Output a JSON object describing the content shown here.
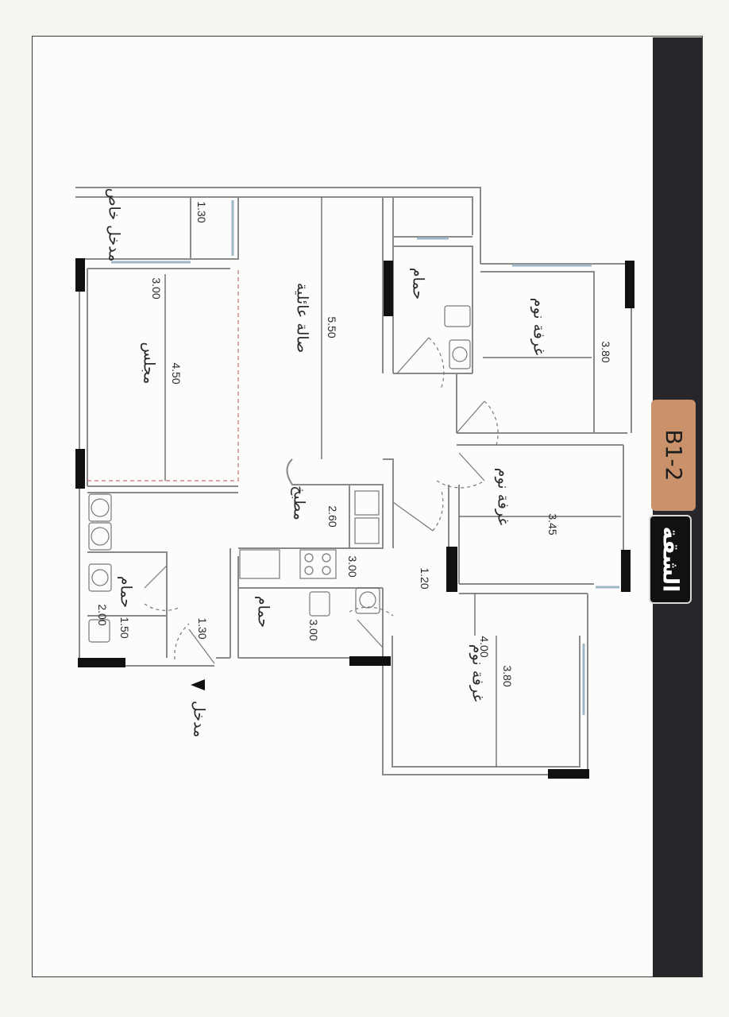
{
  "title": "الشقة",
  "unit_code": "B1-2",
  "rooms": {
    "majlis": "مجلس",
    "family_hall": "صالة عائلية",
    "kitchen": "مطبخ",
    "bathroom_top": "حمام",
    "bathroom_left": "حمام",
    "bathroom_center": "حمام",
    "bedroom_top": "غرفة نوم",
    "bedroom_mid": "غرفة نوم",
    "bedroom_bottom": "غرفة نوم",
    "private_entrance": "مدخل خاص",
    "entrance": "مدخل"
  },
  "dimensions": {
    "d_130_top": "1.30",
    "d_300_majlis": "3.00",
    "d_450_majlis": "4.50",
    "d_550_hall": "5.50",
    "d_380_bed_top": "3.80",
    "d_260_kitchen": "2.60",
    "d_345_bed_mid": "3.45",
    "d_300_counter": "3.00",
    "d_120_corridor": "1.20",
    "d_200_bath": "2.00",
    "d_150_bath": "1.50",
    "d_130_entry": "1.30",
    "d_300_bath": "3.00",
    "d_400_bed": "4.00",
    "d_380_bed_bottom": "3.80"
  },
  "colors": {
    "band": "#26262b",
    "code_tag": "#c9926a",
    "wall": "#8a8a8a",
    "solid_wall": "#111111",
    "window": "#9fb8c8"
  }
}
